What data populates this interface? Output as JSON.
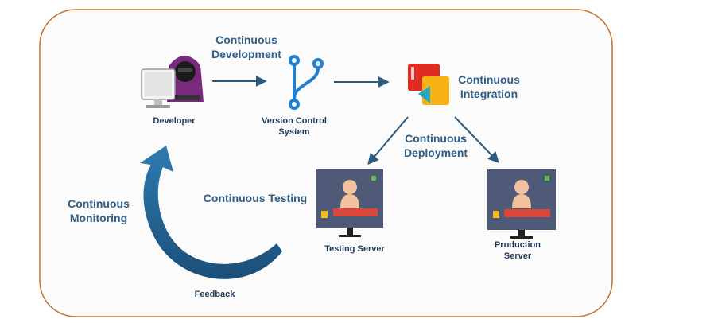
{
  "diagram": {
    "stages": {
      "continuous_development": "Continuous\nDevelopment",
      "continuous_integration": "Continuous\nIntegration",
      "continuous_deployment": "Continuous\nDeployment",
      "continuous_testing": "Continuous Testing",
      "continuous_monitoring": "Continuous\nMonitoring"
    },
    "nodes": {
      "developer": "Developer",
      "version_control": "Version Control\nSystem",
      "testing_server": "Testing Server",
      "production_server": "Production\nServer",
      "feedback": "Feedback"
    },
    "colors": {
      "frame_border": "#c0742e",
      "label": "#2f5d84",
      "arrow": "#2a5a7e",
      "git_icon": "#1f7fd0",
      "monitor": "#4e5a78"
    },
    "icons": [
      "developer-computer-icon",
      "version-control-branch-icon",
      "integration-icon",
      "testing-server-monitor-icon",
      "production-server-monitor-icon",
      "feedback-loop-arrow-icon"
    ]
  }
}
